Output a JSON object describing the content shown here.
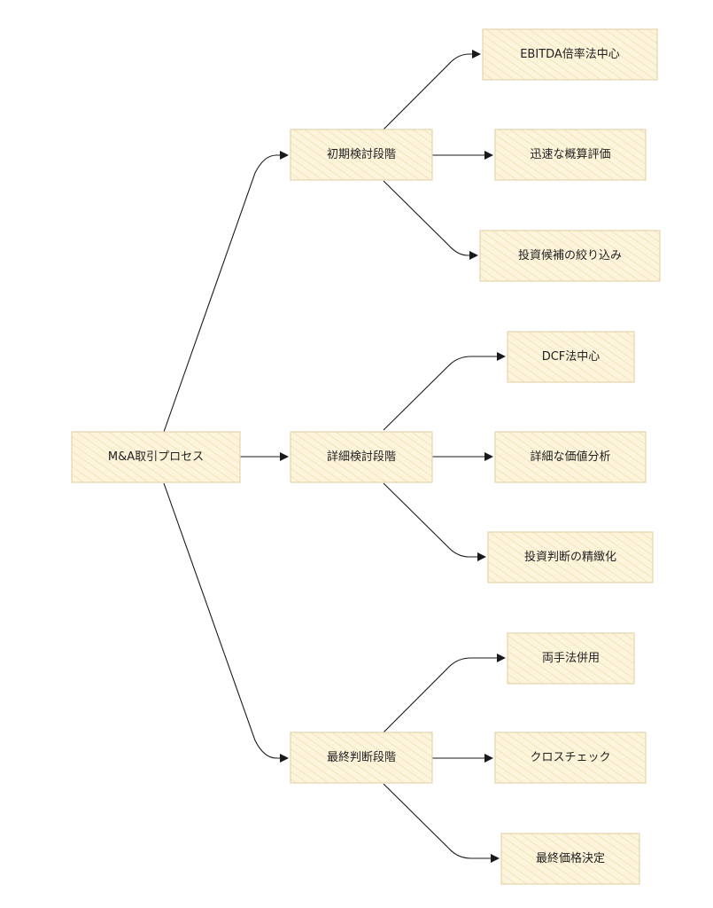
{
  "diagram": {
    "root": "M&A取引プロセス",
    "stages": [
      {
        "label": "初期検討段階",
        "children": [
          "EBITDA倍率法中心",
          "迅速な概算評価",
          "投資候補の絞り込み"
        ]
      },
      {
        "label": "詳細検討段階",
        "children": [
          "DCF法中心",
          "詳細な価値分析",
          "投資判断の精緻化"
        ]
      },
      {
        "label": "最終判断段階",
        "children": [
          "両手法併用",
          "クロスチェック",
          "最終価格決定"
        ]
      }
    ]
  },
  "colors": {
    "node_fill": "#fdf4dc",
    "node_hatch": "#f3e3bb",
    "node_border": "#e4d4ad",
    "edge": "#1a1a1a"
  }
}
